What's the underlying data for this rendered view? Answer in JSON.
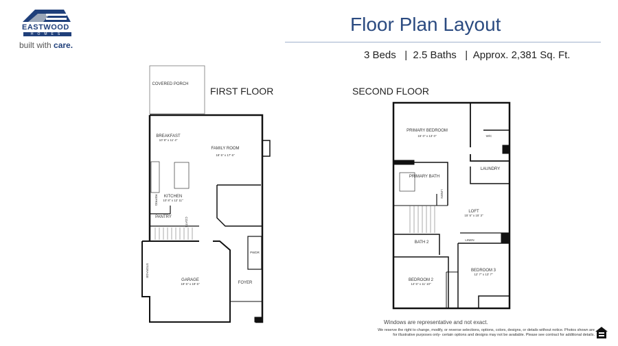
{
  "brand": {
    "name": "EASTWOOD",
    "sub": "HOMES",
    "tagline_plain": "built with ",
    "tagline_bold": "care.",
    "color": "#1f3f7a"
  },
  "header": {
    "title": "Floor Plan Layout",
    "specs": "3 Beds   |  2.5 Baths   |  Approx. 2,381 Sq. Ft."
  },
  "first_floor": {
    "label": "FIRST FLOOR",
    "rooms": [
      {
        "name": "COVERED PORCH",
        "dim": ""
      },
      {
        "name": "BREAKFAST",
        "dim": "10' 8\" x 11' 4\""
      },
      {
        "name": "FAMILY ROOM",
        "dim": "18' 5\" x 17' 6\""
      },
      {
        "name": "KITCHEN",
        "dim": "10' 8\" x 12' 11\""
      },
      {
        "name": "PANTRY",
        "dim": ""
      },
      {
        "name": "GARAGE",
        "dim": "19' 5\" x 19' 5\""
      },
      {
        "name": "FOYER",
        "dim": ""
      },
      {
        "name": "PWDR",
        "dim": ""
      },
      {
        "name": "STORAGE",
        "dim": ""
      },
      {
        "name": "COATS",
        "dim": ""
      },
      {
        "name": "REFRIG",
        "dim": ""
      }
    ]
  },
  "second_floor": {
    "label": "SECOND FLOOR",
    "rooms": [
      {
        "name": "PRIMARY BEDROOM",
        "dim": "15' 0\" x 13' 0\""
      },
      {
        "name": "W/C",
        "dim": ""
      },
      {
        "name": "LAUNDRY",
        "dim": ""
      },
      {
        "name": "PRIMARY BATH",
        "dim": ""
      },
      {
        "name": "LINEN",
        "dim": ""
      },
      {
        "name": "LOFT",
        "dim": "15' 5\" x 15' 3\""
      },
      {
        "name": "BATH 2",
        "dim": ""
      },
      {
        "name": "LINEN",
        "dim": ""
      },
      {
        "name": "BEDROOM 2",
        "dim": "14' 5\" x 11' 10\""
      },
      {
        "name": "BEDROOM 3",
        "dim": "12' 7\" x 13' 7\""
      }
    ]
  },
  "footer": {
    "note": "Windows are representative and not exact.",
    "disclaimer": "We reserve the right to change, modify, or reverse selections, options, colors, designs, or details without notice. Photos shown are for illustrative purposes only- certain options and designs may not be available. Please see contract for additional details.",
    "icon": "equal-housing-opportunity-icon"
  }
}
